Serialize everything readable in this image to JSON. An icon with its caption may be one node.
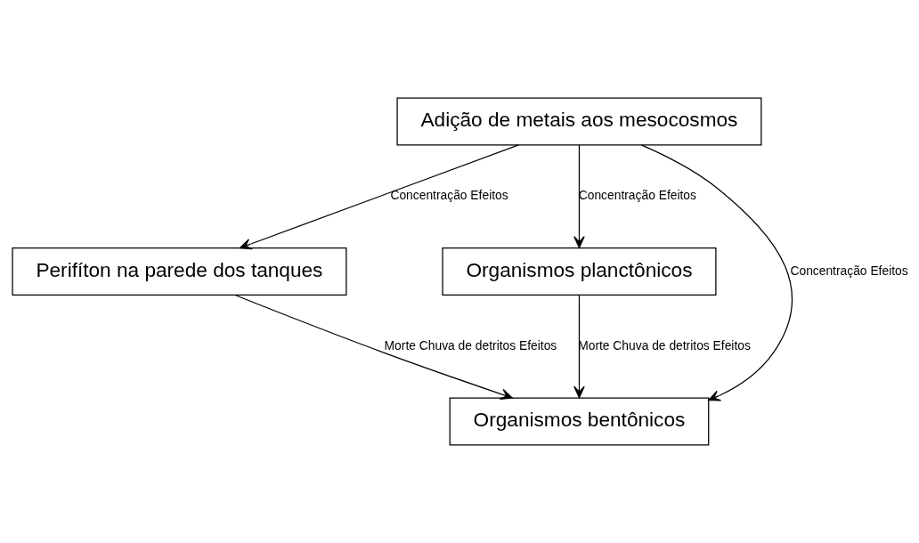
{
  "diagram": {
    "nodes": [
      {
        "text": [
          "Adição de metais aos mesocosmos"
        ]
      },
      {
        "text": [
          "Perifíton na parede dos tanques"
        ]
      },
      {
        "text": [
          "Organismos planctônicos"
        ]
      },
      {
        "text": [
          "Organismos bentônicos"
        ]
      }
    ],
    "edges": [
      {
        "from": 0,
        "to": 1,
        "arrow": "to",
        "label": "Concentração Efeitos"
      },
      {
        "from": 0,
        "to": 3,
        "arrow": "to",
        "label": "Concentração Efeitos"
      },
      {
        "from": 0,
        "to": 2,
        "arrow": "to",
        "label": "Concentração Efeitos"
      },
      {
        "from": 1,
        "to": 3,
        "arrow": "to",
        "label": "Morte Chuva de detritos Efeitos"
      },
      {
        "from": 2,
        "to": 3,
        "arrow": "to",
        "label": "Morte Chuva de detritos Efeitos"
      }
    ]
  }
}
